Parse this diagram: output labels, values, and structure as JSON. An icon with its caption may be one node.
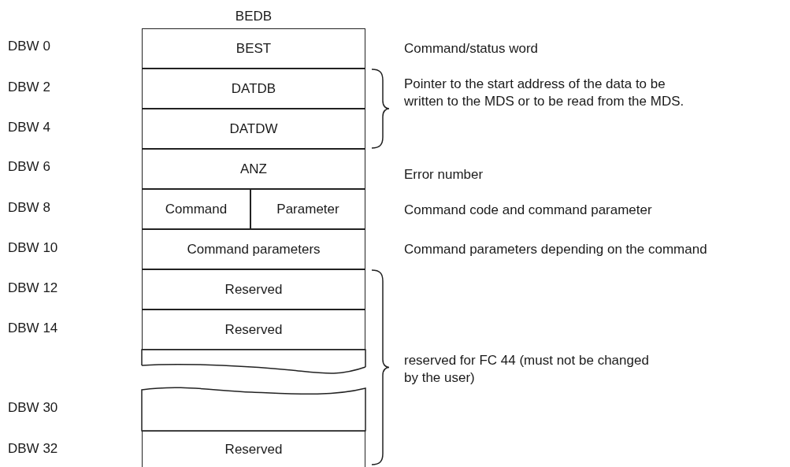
{
  "diagram": {
    "nodes": [
      {
        "text": [
          "BEDB"
        ]
      },
      {
        "text": [
          "BEST"
        ],
        "in": 0
      },
      {
        "text": [
          "DATDB"
        ],
        "in": 0
      },
      {
        "text": [
          "DATDW"
        ],
        "in": 0
      },
      {
        "text": [
          "ANZ"
        ],
        "in": 0
      },
      {
        "text": [
          "Command"
        ],
        "in": 0
      },
      {
        "text": [
          "Parameter"
        ],
        "in": 0
      },
      {
        "text": [
          "Command parameters"
        ],
        "in": 0
      },
      {
        "text": [
          "Reserved"
        ],
        "in": 0
      },
      {
        "text": [
          "Reserved"
        ],
        "in": 0
      },
      {
        "text": [],
        "shape": "box",
        "in": 0
      },
      {
        "text": [],
        "shape": "box",
        "in": 0
      },
      {
        "text": [
          "Reserved"
        ],
        "in": 0
      }
    ],
    "labels": [
      "DBW 0",
      "Command/status word",
      "DBW 2",
      "Pointer to the start address of the data to be written to the MDS or to be read from the MDS.",
      "DBW 4",
      "DBW 6",
      "Error number",
      "DBW 8",
      "Command code and command parameter",
      "DBW 10",
      "Command parameters depending on the command",
      "DBW 12",
      "DBW 14",
      "reserved for FC 44 (must not be changed by the user)",
      "DBW 30",
      "DBW 32"
    ]
  }
}
